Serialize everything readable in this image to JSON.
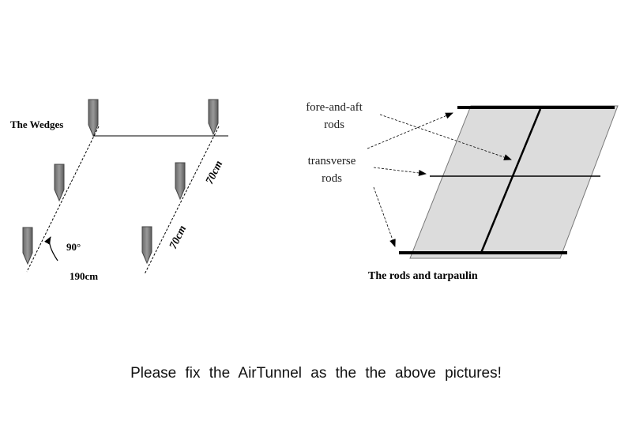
{
  "wedges_figure": {
    "title": "The Wedges",
    "dim_top": "70cm",
    "dim_bottom": "70cm",
    "angle": "90°",
    "width": "190cm"
  },
  "rods_figure": {
    "label_fore_aft_line1": "fore-and-aft",
    "label_fore_aft_line2": "rods",
    "label_transverse_line1": "transverse",
    "label_transverse_line2": "rods",
    "title": "The rods and tarpaulin",
    "colors": {
      "tarpaulin": "#dcdcdc",
      "rod": "#000000"
    }
  },
  "caption": "Please fix the AirTunnel as the the above pictures!"
}
